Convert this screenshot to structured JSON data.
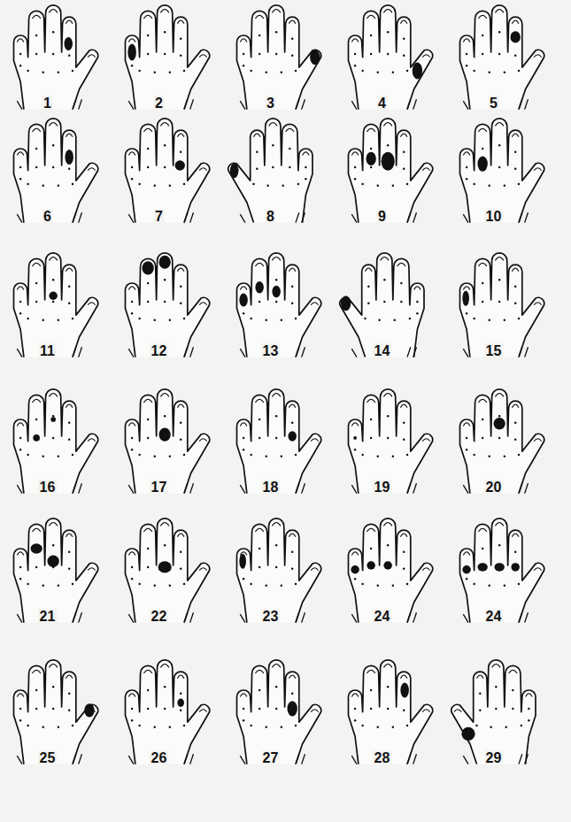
{
  "diagram": {
    "labels": [
      "1",
      "2",
      "3",
      "4",
      "5",
      "6",
      "7",
      "8",
      "9",
      "10",
      "11",
      "12",
      "13",
      "14",
      "15",
      "16",
      "17",
      "18",
      "19",
      "20",
      "21",
      "22",
      "23",
      "24",
      "24",
      "25",
      "26",
      "27",
      "28",
      "29"
    ]
  }
}
